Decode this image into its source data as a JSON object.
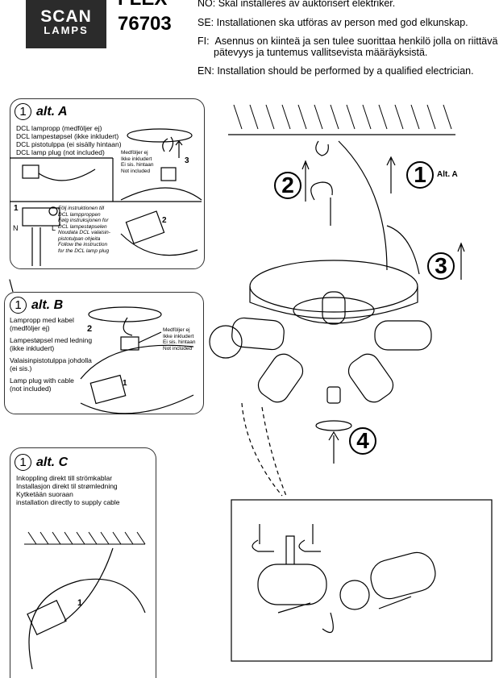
{
  "brand": {
    "line1": "SCAN",
    "line2": "LAMPS"
  },
  "model": {
    "title_top": "FLEX",
    "number": "76703"
  },
  "notes": [
    {
      "lang": "NO:",
      "text": "Skal installeres av auktorisert elektriker."
    },
    {
      "lang": "SE:",
      "text": "Installationen ska utföras av person med god elkunskap."
    },
    {
      "lang": "FI:",
      "text": "Asennus on kiinteä ja sen tulee suorittaa henkilö jolla on riittävä",
      "text2": "pätevyys ja tuntemus vallitsevista määräyksistä."
    },
    {
      "lang": "EN:",
      "text": "Installation should be performed by a qualified electrician."
    }
  ],
  "alt_a": {
    "num": "1",
    "title": "alt. A",
    "lines": [
      "DCL lampropp (medföljer ej)",
      "DCL lampestøpsel (ikke inkludert)",
      "DCL pistotulppa (ei sisälly hintaan)",
      "DCL lamp plug (not included)"
    ],
    "side": [
      "Medföljer ej",
      "Ikke inkludert",
      "Ei sis. hintaan",
      "Not included"
    ],
    "instr": [
      "Följ instruktionen till",
      "DCL lampproppen",
      "Følg instruksjonen for",
      "DCL lampestøpselen",
      "Noudata DCL valaisin-",
      "pistotulpan ohjeita",
      "Follow the instruction",
      "for the DCL lamp plug"
    ],
    "n": "N",
    "l": "L",
    "step1": "1",
    "step2": "2",
    "step3": "3"
  },
  "alt_b": {
    "num": "1",
    "title": "alt. B",
    "lines": [
      "Lampropp med kabel",
      "(medföljer ej)",
      "Lampestøpsel med ledning",
      "(ikke inkludert)",
      "Valaisinpistotulppa johdolla",
      "(ei sis.)",
      "Lamp plug with cable",
      "(not included)"
    ],
    "side": [
      "Medföljer ej",
      "Ikke inkludert",
      "Ei sis. hintaan",
      "Not included"
    ],
    "step1": "1",
    "step2": "2"
  },
  "alt_c": {
    "num": "1",
    "title": "alt. C",
    "lines": [
      "Inkoppling direkt till strömkablar",
      "Installasjon direkt til strømledning",
      "Kytketään suoraan",
      "installation directly to supply cable"
    ],
    "step1": "1"
  },
  "main": {
    "s1": "1",
    "alt_a": "Alt. A",
    "s2": "2",
    "s3": "3",
    "s4": "4"
  }
}
